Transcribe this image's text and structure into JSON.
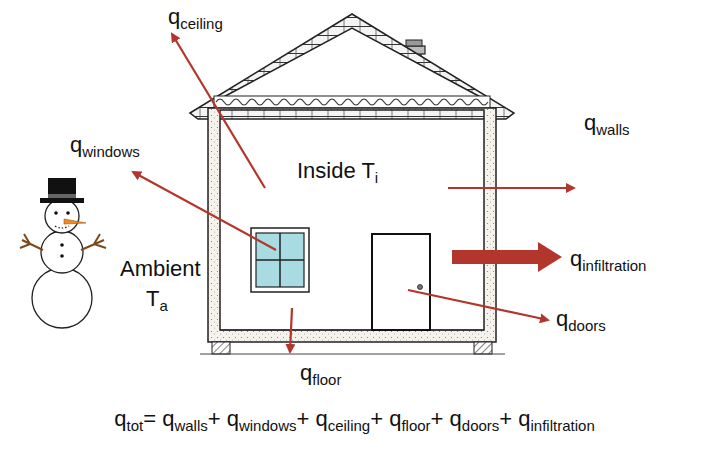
{
  "diagram": {
    "labels": [
      "q",
      "ceiling",
      "q",
      "windows",
      "Inside T",
      "i",
      "q",
      "walls",
      "Ambient",
      "T",
      "a",
      "q",
      "infiltration",
      "q",
      "doors",
      "q",
      "floor",
      "q",
      "tot",
      "= q",
      "walls",
      "+ q",
      "windows",
      "+ q",
      "ceiling",
      "+ q",
      "floor",
      "+ q",
      "doors",
      "+ q",
      "infiltration"
    ]
  }
}
